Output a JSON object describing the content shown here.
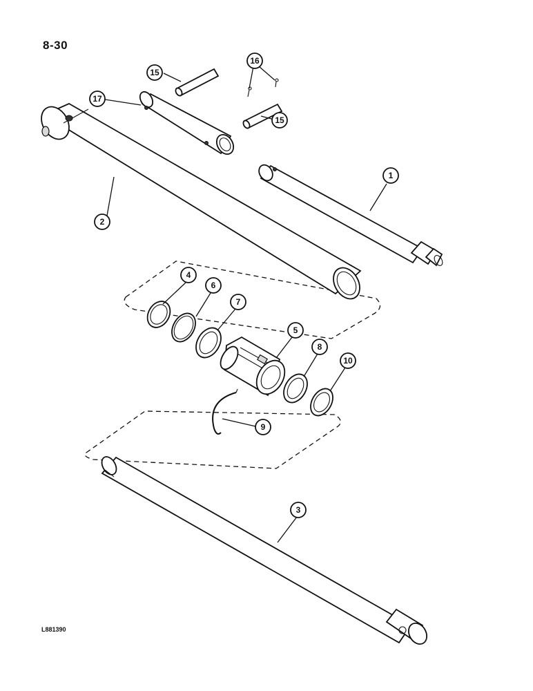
{
  "page": {
    "number": "8-30",
    "figure_code": "L881390"
  },
  "callouts": {
    "c1": "1",
    "c2": "2",
    "c3": "3",
    "c4": "4",
    "c5": "5",
    "c6": "6",
    "c7": "7",
    "c8": "8",
    "c9": "9",
    "c10": "10",
    "c15a": "15",
    "c15b": "15",
    "c16": "16",
    "c17": "17"
  },
  "parts": {
    "rod_upper": "1",
    "barrel": "2",
    "rod_lower": "3",
    "ring_a": "4",
    "piston": "5",
    "ring_b": "6",
    "seal_c": "7",
    "ring_d": "8",
    "snap_ring": "9",
    "ring_e": "10",
    "pin": "15",
    "cotter_pins": "16",
    "sleeve": "17"
  }
}
